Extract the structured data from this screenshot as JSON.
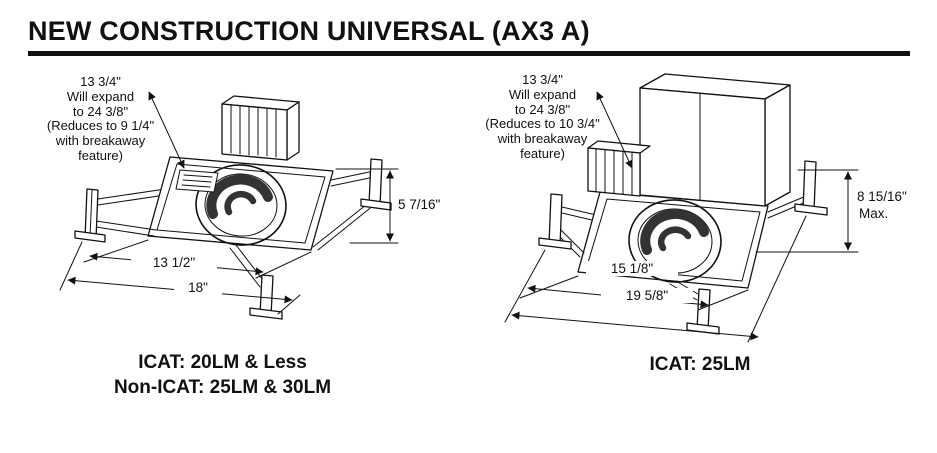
{
  "title": "NEW CONSTRUCTION UNIVERSAL (AX3 A)",
  "ink_color": "#111111",
  "left_figure": {
    "note_lines": [
      "13 3/4\"",
      "Will expand",
      "to 24 3/8\"",
      "(Reduces to 9 1/4\"",
      "with breakaway",
      "feature)"
    ],
    "dim_height": "5 7/16\"",
    "dim_inner_width": "13 1/2\"",
    "dim_outer_width": "18\"",
    "caption_lines": [
      "ICAT: 20LM & Less",
      "Non-ICAT: 25LM & 30LM"
    ]
  },
  "right_figure": {
    "note_lines": [
      "13 3/4\"",
      "Will expand",
      "to 24 3/8\"",
      "(Reduces to 10 3/4\"",
      "with breakaway",
      "feature)"
    ],
    "dim_height": "8 15/16\"",
    "dim_height_qualifier": "Max.",
    "dim_inner_width": "15 1/8\"",
    "dim_outer_width": "19 5/8\"",
    "caption_lines": [
      "ICAT: 25LM"
    ]
  }
}
